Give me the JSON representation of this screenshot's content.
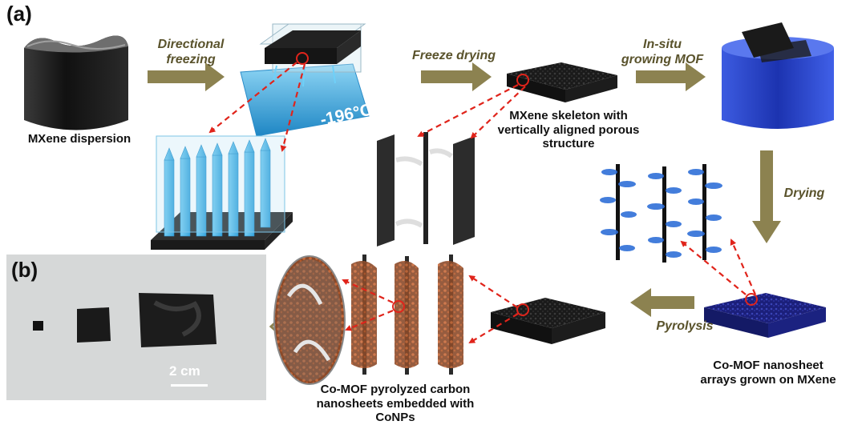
{
  "panels": {
    "a": "(a)",
    "b": "(b)"
  },
  "steps": {
    "directional_freezing": "Directional freezing",
    "freeze_drying": "Freeze drying",
    "in_situ_mof": "In-situ growing MOF",
    "drying": "Drying",
    "pyrolysis": "Pyrolysis"
  },
  "labels": {
    "mxene_dispersion": "MXene dispersion",
    "temperature": "-196°C",
    "skeleton": "MXene skeleton with vertically aligned porous structure",
    "co_mof_arrays": "Co-MOF nanosheet arrays grown on MXene",
    "pyrolyzed": "Co-MOF pyrolyzed carbon nanosheets embedded with CoNPs",
    "scale": "2 cm"
  },
  "colors": {
    "process_arrow": "#8c8250",
    "callout_arrow": "#e0241b",
    "ice_blue": "#4fb6e6",
    "mof_blue": "#2f49c8",
    "mxene_black": "#1b1b1b"
  }
}
